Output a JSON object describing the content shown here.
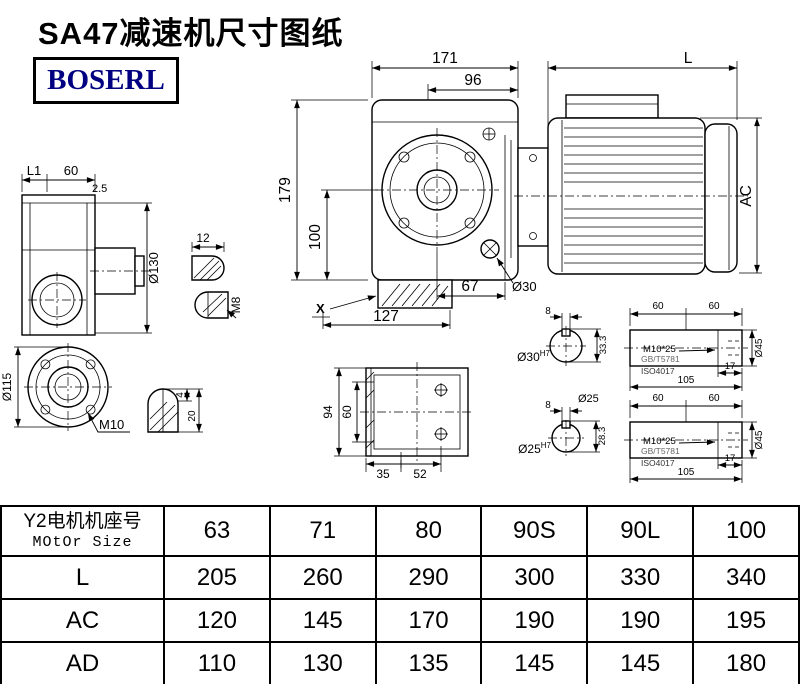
{
  "page": {
    "title": "SA47减速机尺寸图纸",
    "logo_text": "BOSERL"
  },
  "drawing": {
    "top_dims": {
      "width_171": "171",
      "inner_96": "96",
      "motor_len": "L"
    },
    "front_view": {
      "height_179": "179",
      "center_100": "100",
      "bottom_67": "67",
      "bottom_127": "127",
      "mark_x": "X",
      "shaft_dia_30": "Ø30"
    },
    "motor": {
      "dia_ac": "AC"
    },
    "side_view": {
      "l1": "L1",
      "w60": "60",
      "lip": "2.5",
      "flange_dia": "Ø130"
    },
    "key_top": {
      "w12": "12",
      "thread_m8": "M8"
    },
    "flange_view": {
      "dia115": "Ø115",
      "thread_m10": "M10"
    },
    "key_bottom": {
      "d4": "4",
      "d20": "20"
    },
    "bottom_view": {
      "h94": "94",
      "h60": "60",
      "w35": "35",
      "w52": "52"
    },
    "shaft30": {
      "key_w": "8",
      "key_h": "33.3",
      "bore": "Ø30",
      "fit": "H7",
      "len_a": "60",
      "len_b": "60",
      "thread": "M10*25",
      "std_gb": "GB/T5781",
      "std_iso": "ISO4017",
      "d17": "17",
      "d105": "105",
      "dia45": "Ø45"
    },
    "shaft25": {
      "callout": "Ø25",
      "key_w": "8",
      "key_h": "28.3",
      "bore": "Ø25",
      "fit": "H7",
      "len_a": "60",
      "len_b": "60",
      "thread": "M10*25",
      "std_gb": "GB/T5781",
      "std_iso": "ISO4017",
      "d17": "17",
      "d105": "105",
      "dia45": "Ø45"
    }
  },
  "table": {
    "header_label_line1": "Y2电机机座号",
    "header_label_line2": "MOtOr Size",
    "sizes": [
      "63",
      "71",
      "80",
      "90S",
      "90L",
      "100"
    ],
    "rows": [
      {
        "label": "L",
        "values": [
          "205",
          "260",
          "290",
          "300",
          "330",
          "340"
        ]
      },
      {
        "label": "AC",
        "values": [
          "120",
          "145",
          "170",
          "190",
          "190",
          "195"
        ]
      },
      {
        "label": "AD",
        "values": [
          "110",
          "130",
          "135",
          "145",
          "145",
          "180"
        ]
      }
    ]
  }
}
